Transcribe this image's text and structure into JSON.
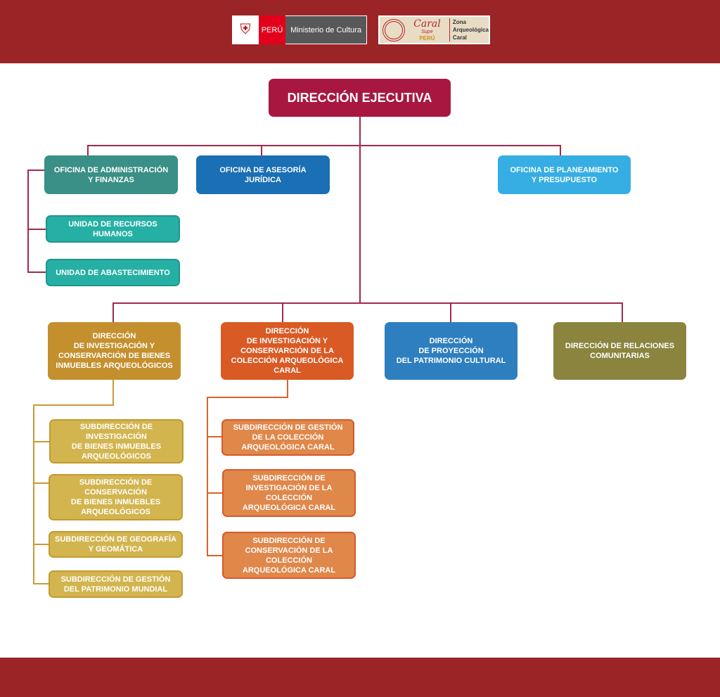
{
  "header": {
    "logo_peru": "PERÚ",
    "logo_ministry": "Ministerio de Cultura",
    "logo_caral": "Caral",
    "logo_caral_sub": "Supe",
    "logo_caral_country": "PERÚ",
    "logo_zona": "Zona\nArqueológica\nCaral"
  },
  "top": "DIRECCIÓN EJECUTIVA",
  "offices": {
    "admin": "OFICINA DE ADMINISTRACIÓN\nY FINANZAS",
    "asesoria": "OFICINA DE ASESORÍA\nJURÍDICA",
    "planeamiento": "OFICINA DE PLANEAMIENTO\nY PRESUPUESTO"
  },
  "admin_units": [
    "UNIDAD DE RECURSOS\nHUMANOS",
    "UNIDAD DE ABASTECIMIENTO"
  ],
  "directions": [
    "DIRECCIÓN\nDE INVESTIGACIÓN Y\nCONSERVARCIÓN DE BIENES\nINMUEBLES ARQUEOLÓGICOS",
    "DIRECCIÓN\nDE INVESTIGACIÓN Y\nCONSERVARCIÓN DE LA\nCOLECCIÓN ARQUEOLÓGICA\nCARAL",
    "DIRECCIÓN\nDE PROYECCIÓN\nDEL PATRIMONIO CULTURAL",
    "DIRECCIÓN DE RELACIONES\nCOMUNITARIAS"
  ],
  "sub_bienes": [
    "SUBDIRECCIÓN DE\nINVESTIGACIÓN\nDE BIENES INMUEBLES\nARQUEOLÓGICOS",
    "SUBDIRECCIÓN DE\nCONSERVACIÓN\nDE BIENES INMUEBLES\nARQUEOLÓGICOS",
    "SUBDIRECCIÓN DE GEOGRAFÍA\nY GEOMÁTICA",
    "SUBDIRECCIÓN DE GESTIÓN\nDEL PATRIMONIO MUNDIAL"
  ],
  "sub_coleccion": [
    "SUBDIRECCIÓN DE GESTIÓN\nDE LA COLECCIÓN\nARQUEOLÓGICA CARAL",
    "SUBDIRECCIÓN DE\nINVESTIGACIÓN DE LA\nCOLECCIÓN\nARQUEOLÓGICA CARAL",
    "SUBDIRECCIÓN DE\nCONSERVACIÓN DE LA\nCOLECCIÓN\nARQUEOLÓGICA CARAL"
  ]
}
